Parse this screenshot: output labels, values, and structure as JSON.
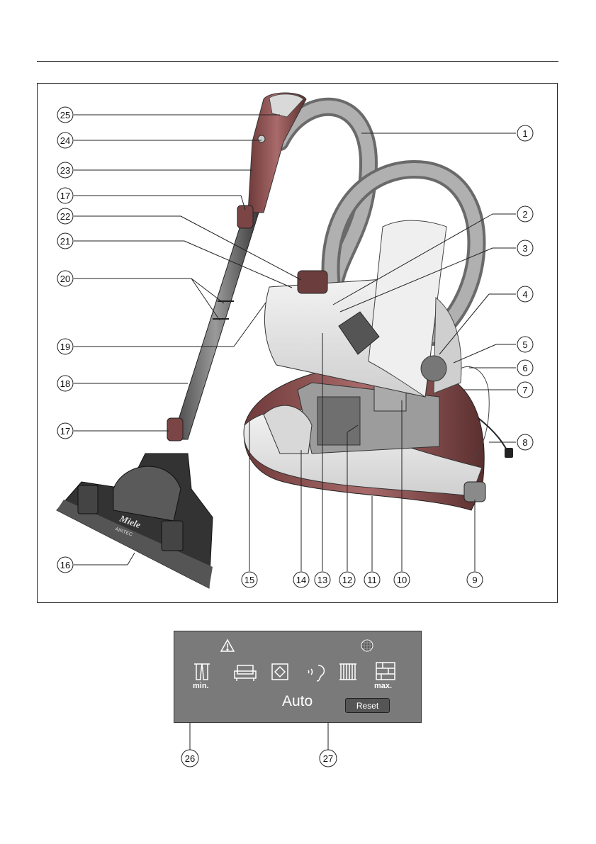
{
  "callouts": {
    "c1": "1",
    "c2": "2",
    "c3": "3",
    "c4": "4",
    "c5": "5",
    "c6": "6",
    "c7": "7",
    "c8": "8",
    "c9": "9",
    "c10": "10",
    "c11": "11",
    "c12": "12",
    "c13": "13",
    "c14": "14",
    "c15": "15",
    "c16": "16",
    "c17a": "17",
    "c17b": "17",
    "c18": "18",
    "c19": "19",
    "c20": "20",
    "c21": "21",
    "c22": "22",
    "c23": "23",
    "c24": "24",
    "c25": "25",
    "c26": "26",
    "c27": "27"
  },
  "nozzle": {
    "brand": "Miele",
    "model": "AIRTEC"
  },
  "panel": {
    "min_label": "min.",
    "max_label": "max.",
    "auto_label": "Auto",
    "reset_label": "Reset",
    "icons": [
      "warning-icon",
      "curtain-icon",
      "sofa-icon",
      "rug-icon",
      "quiet-mode-icon",
      "carpet-icon",
      "hard-floor-icon",
      "filter-icon"
    ]
  },
  "colors": {
    "panel_bg": "#7a7a7a",
    "body_gray": "#8a8a8a",
    "red_accent": "#8d4f4f"
  }
}
